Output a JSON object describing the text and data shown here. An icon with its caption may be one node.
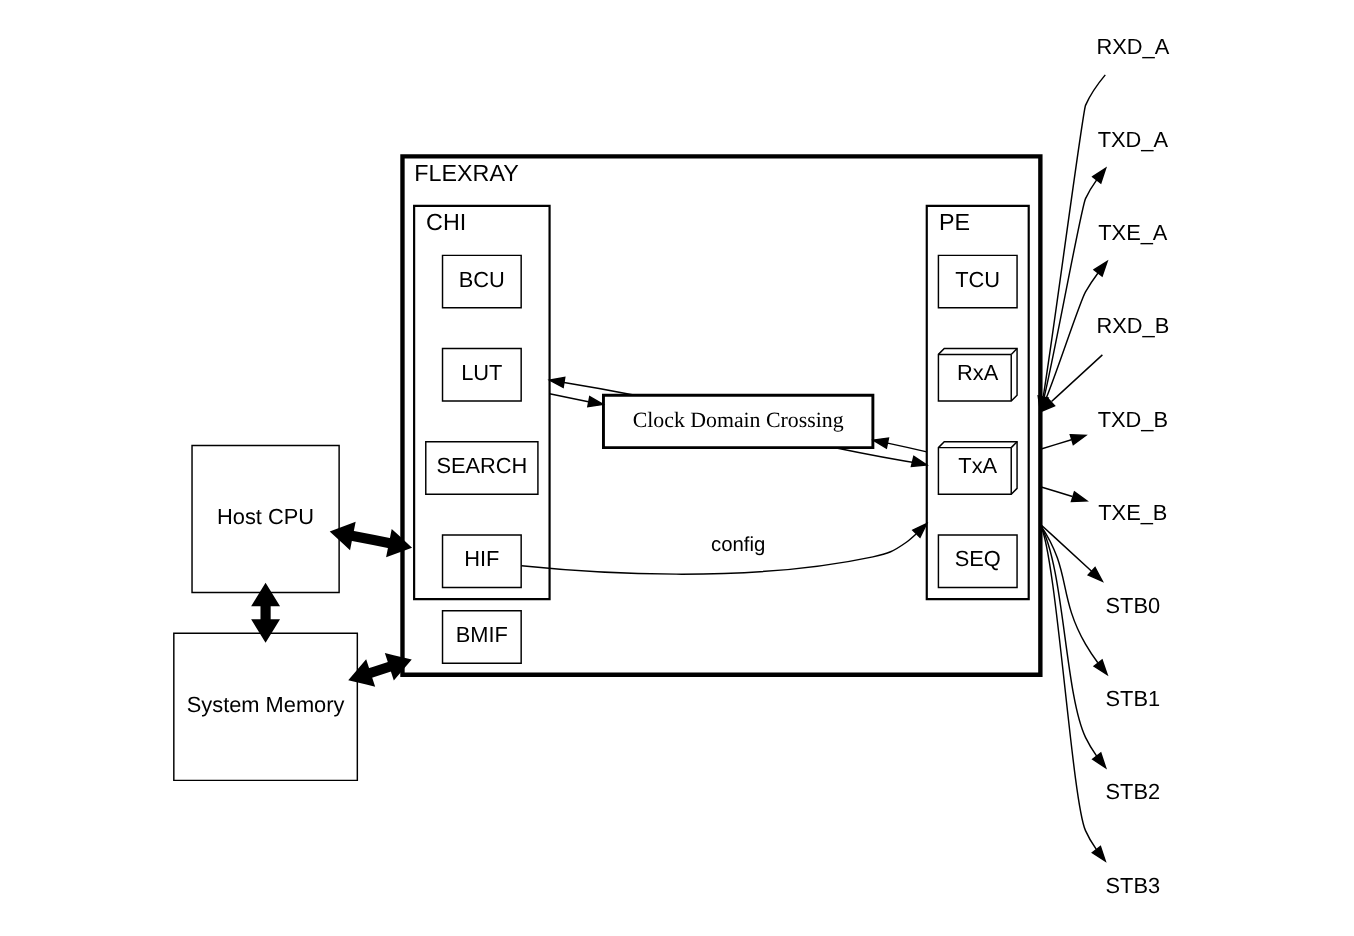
{
  "diagram": {
    "nodes": [
      {
        "text": [
          "Host CPU"
        ]
      },
      {
        "text": [
          "System Memory"
        ]
      },
      {
        "text": [
          "FLEXRAY"
        ]
      },
      {
        "text": [
          "CHI"
        ],
        "in": 2
      },
      {
        "text": [
          "HIF"
        ],
        "in": 3
      },
      {
        "text": [
          "SEARCH"
        ],
        "in": 3
      },
      {
        "text": [
          "LUT"
        ],
        "in": 3
      },
      {
        "text": [
          "BCU"
        ],
        "in": 3
      },
      {
        "text": [
          "Clock Domain Crossing"
        ],
        "in": 2
      },
      {
        "text": [
          "BMIF"
        ],
        "in": 2
      },
      {
        "text": [
          "PE"
        ],
        "in": 2
      },
      {
        "text": [
          "SEQ"
        ],
        "in": 10
      },
      {
        "text": [
          "TxA"
        ],
        "in": 10
      },
      {
        "text": [
          "RxA"
        ],
        "in": 10
      },
      {
        "text": [
          "TCU"
        ],
        "in": 10
      },
      {
        "text": [
          "RXD_A"
        ]
      },
      {
        "text": [
          "TXD_A"
        ]
      },
      {
        "text": [
          "TXE_A"
        ]
      },
      {
        "text": [
          "RXD_B"
        ]
      },
      {
        "text": [
          "TXD_B"
        ]
      },
      {
        "text": [
          "TXE_B"
        ]
      },
      {
        "text": [
          "STB0"
        ]
      },
      {
        "text": [
          "STB1"
        ]
      },
      {
        "text": [
          "STB2"
        ]
      },
      {
        "text": [
          "STB3"
        ]
      }
    ],
    "edges": [
      {
        "from": 0,
        "to": 2,
        "arrow": "both",
        "style": "thick"
      },
      {
        "from": 0,
        "to": 1,
        "arrow": "both",
        "style": "thick"
      },
      {
        "from": 1,
        "to": 2,
        "arrow": "both",
        "style": "thick"
      },
      {
        "from": 4,
        "to": 10,
        "arrow": "to",
        "label": "config"
      },
      {
        "from": 3,
        "to": 8,
        "arrow": "to"
      },
      {
        "from": 8,
        "to": 10,
        "arrow": "to"
      },
      {
        "from": 10,
        "to": 8,
        "arrow": "to"
      },
      {
        "from": 8,
        "to": 3,
        "arrow": "to"
      },
      {
        "from": 15,
        "to": 2,
        "arrow": "to"
      },
      {
        "from": 2,
        "to": 16,
        "arrow": "to"
      },
      {
        "from": 2,
        "to": 17,
        "arrow": "to"
      },
      {
        "from": 18,
        "to": 2,
        "arrow": "to"
      },
      {
        "from": 2,
        "to": 19,
        "arrow": "to"
      },
      {
        "from": 2,
        "to": 20,
        "arrow": "to"
      },
      {
        "from": 2,
        "to": 21,
        "arrow": "to"
      },
      {
        "from": 2,
        "to": 22,
        "arrow": "to"
      },
      {
        "from": 2,
        "to": 23,
        "arrow": "to"
      },
      {
        "from": 2,
        "to": 24,
        "arrow": "to"
      }
    ]
  }
}
